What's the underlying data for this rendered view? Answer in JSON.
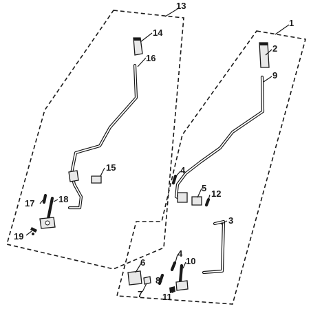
{
  "diagram": {
    "callouts": {
      "c1": "1",
      "c2": "2",
      "c3": "3",
      "c4a": "4",
      "c4b": "4",
      "c5": "5",
      "c6": "6",
      "c7": "7",
      "c8": "8",
      "c9": "9",
      "c10": "10",
      "c11": "11",
      "c12": "12",
      "c13": "13",
      "c14": "14",
      "c15": "15",
      "c16": "16",
      "c17": "17",
      "c18": "18",
      "c19": "19"
    }
  }
}
